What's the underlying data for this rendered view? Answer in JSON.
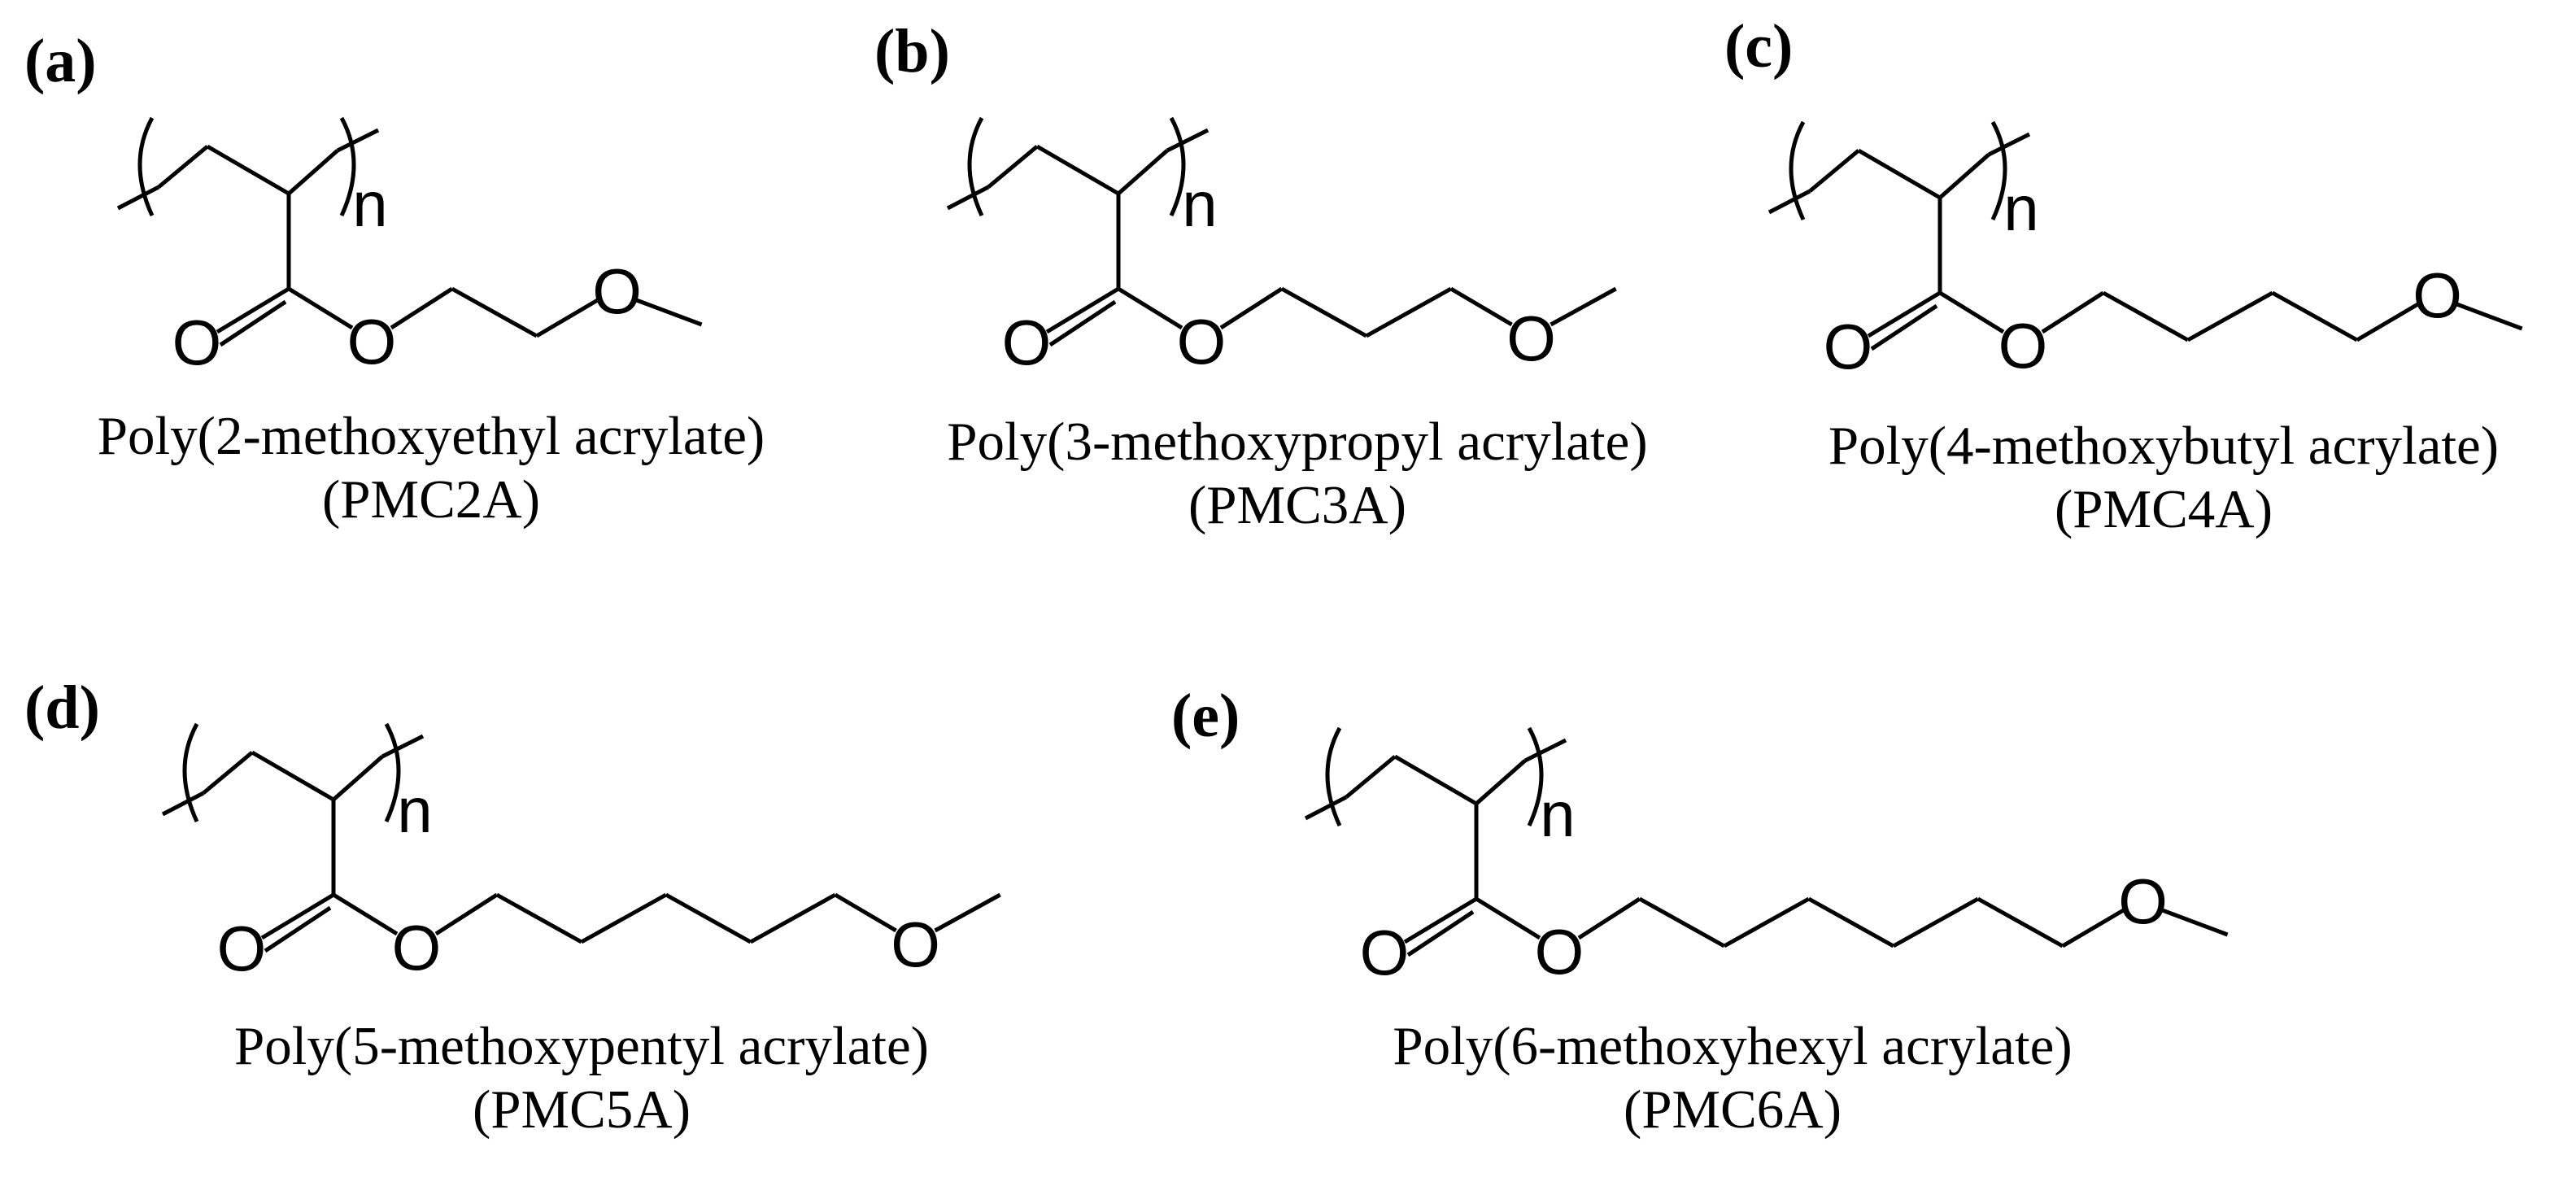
{
  "panels": [
    {
      "label": "(a)",
      "repeat_symbol": "n",
      "carbonyl_atom": "O",
      "ester_atom": "O",
      "ether_atom": "O",
      "chain_carbons": 2,
      "name": "Poly(2-methoxyethyl acrylate)",
      "abbreviation": "(PMC2A)"
    },
    {
      "label": "(b)",
      "repeat_symbol": "n",
      "carbonyl_atom": "O",
      "ester_atom": "O",
      "ether_atom": "O",
      "chain_carbons": 3,
      "name": "Poly(3-methoxypropyl acrylate)",
      "abbreviation": "(PMC3A)"
    },
    {
      "label": "(c)",
      "repeat_symbol": "n",
      "carbonyl_atom": "O",
      "ester_atom": "O",
      "ether_atom": "O",
      "chain_carbons": 4,
      "name": "Poly(4-methoxybutyl acrylate)",
      "abbreviation": "(PMC4A)"
    },
    {
      "label": "(d)",
      "repeat_symbol": "n",
      "carbonyl_atom": "O",
      "ester_atom": "O",
      "ether_atom": "O",
      "chain_carbons": 5,
      "name": "Poly(5-methoxypentyl acrylate)",
      "abbreviation": "(PMC5A)"
    },
    {
      "label": "(e)",
      "repeat_symbol": "n",
      "carbonyl_atom": "O",
      "ester_atom": "O",
      "ether_atom": "O",
      "chain_carbons": 6,
      "name": "Poly(6-methoxyhexyl acrylate)",
      "abbreviation": "(PMC6A)"
    }
  ]
}
